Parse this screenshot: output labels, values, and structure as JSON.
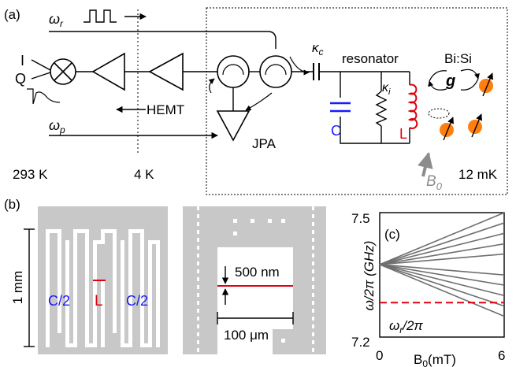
{
  "panel_a": {
    "label": "(a)",
    "omega_r": "ω",
    "omega_r_sub": "r",
    "omega_p": "ω",
    "omega_p_sub": "p",
    "I": "I",
    "Q": "Q",
    "hemt": "HEMT",
    "jpa": "JPA",
    "kappa_c": "κ",
    "kappa_c_sub": "c",
    "kappa_i": "κ",
    "kappa_i_sub": "i",
    "resonator": "resonator",
    "bisi": "Bi:Si",
    "g": "g",
    "C": "C",
    "L": "L",
    "B0": "B",
    "B0_sub": "0",
    "t293": "293 K",
    "t4": "4 K",
    "t12": "12 mK",
    "colors": {
      "capacitor": "#1a1aff",
      "inductor": "#e0000f",
      "spin": "#ff7f0e",
      "field": "#8c8c8c"
    }
  },
  "panel_b": {
    "label": "(b)",
    "size_1mm": "1 mm",
    "c_half_left": "C/2",
    "c_half_right": "C/2",
    "L": "L",
    "width_500nm": "500 nm",
    "length_100um": "100 μm"
  },
  "panel_c": {
    "label": "(c)",
    "ylabel": "ω/2π (GHz)",
    "xlabel_main": "B",
    "xlabel_sub": "0",
    "xlabel_unit": "(mT)",
    "ref_label": "ω",
    "ref_label_sub": "r",
    "ref_label_tail": "/2π",
    "chart_data": {
      "type": "line",
      "x_range": [
        0,
        6
      ],
      "y_range": [
        7.2,
        7.5
      ],
      "x_ticks": [
        "0",
        "6"
      ],
      "y_ticks": [
        "7.5",
        "7.2"
      ],
      "origin": {
        "x": 0,
        "y": 7.375
      },
      "slopes_GHz_per_mT": [
        0.0208,
        0.0167,
        0.0125,
        0.0083,
        0.0042,
        -0.0042,
        -0.0083,
        -0.0125,
        -0.0167,
        -0.0208
      ],
      "reference_line": {
        "y": 7.283,
        "style": "dashed",
        "color": "#e0000f"
      },
      "line_color": "#6f6f6f"
    }
  }
}
